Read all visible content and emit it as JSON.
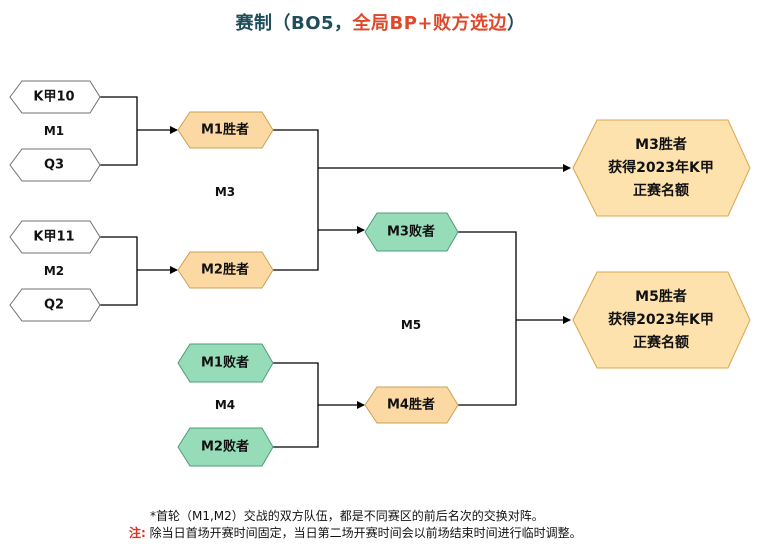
{
  "title": {
    "main": "赛制（BO5，",
    "highlight": "全局BP+败方选边",
    "tail": "）"
  },
  "colors": {
    "white_node": "#ffffff",
    "orange_fill": "#fcd9a3",
    "orange_stroke": "#c9a055",
    "green_fill": "#97dcb8",
    "green_stroke": "#4e9c76",
    "final_fill": "#fde2ae",
    "final_stroke": "#d9a54f",
    "note_red": "#e03020",
    "title_teal": "#1f4e5a",
    "title_red": "#e0482a"
  },
  "teams": {
    "k10": "K甲10",
    "q3": "Q3",
    "k11": "K甲11",
    "q2": "Q2"
  },
  "nodes": {
    "m1_winner": "M1胜者",
    "m2_winner": "M2胜者",
    "m3_loser": "M3败者",
    "m1_loser": "M1败者",
    "m2_loser": "M2败者",
    "m4_winner": "M4胜者"
  },
  "matches": {
    "m1": "M1",
    "m2": "M2",
    "m3": "M3",
    "m4": "M4",
    "m5": "M5"
  },
  "finals": {
    "m3": [
      "M3胜者",
      "获得2023年K甲",
      "正赛名额"
    ],
    "m5": [
      "M5胜者",
      "获得2023年K甲",
      "正赛名额"
    ]
  },
  "footnotes": {
    "line1": "*首轮（M1,M2）交战的双方队伍，都是不同赛区的前后名次的交换对阵。",
    "note_label": "注:",
    "line2": "除当日首场开赛时间固定，当日第二场开赛时间会以前场结束时间进行临时调整。"
  }
}
